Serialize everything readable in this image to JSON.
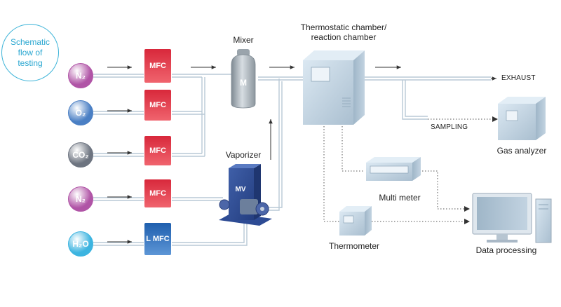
{
  "badge": {
    "line1": "Schematic",
    "line2": "flow of",
    "line3": "testing"
  },
  "gases": [
    {
      "label": "N₂",
      "color": "#b054a6"
    },
    {
      "label": "O₂",
      "color": "#4a7fc4"
    },
    {
      "label": "CO₂",
      "color": "#6d7480"
    },
    {
      "label": "N₂",
      "color": "#b054a6"
    },
    {
      "label": "H₂O",
      "color": "#3cb4e0"
    }
  ],
  "controllers": [
    {
      "label": "MFC"
    },
    {
      "label": "MFC"
    },
    {
      "label": "MFC"
    },
    {
      "label": "MFC"
    },
    {
      "label": "L MFC"
    }
  ],
  "mixer": {
    "label": "Mixer",
    "body_letter": "M"
  },
  "vaporizer": {
    "label": "Vaporizer",
    "body_letter": "MV"
  },
  "chamber": {
    "line1": "Thermostatic chamber/",
    "line2": "reaction chamber"
  },
  "exhaust": {
    "label": "EXHAUST"
  },
  "sampling": {
    "label": "SAMPLING"
  },
  "gas_analyzer": {
    "label": "Gas analyzer"
  },
  "multi_meter": {
    "label": "Multi meter"
  },
  "thermometer": {
    "label": "Thermometer"
  },
  "data_processing": {
    "label": "Data processing"
  },
  "colors": {
    "accent": "#3bb3d8",
    "mfc_red": "#e03848",
    "mfc_blue": "#2f6fbd",
    "pipe": "#b8c9d6",
    "device": "#c9d9e6"
  }
}
